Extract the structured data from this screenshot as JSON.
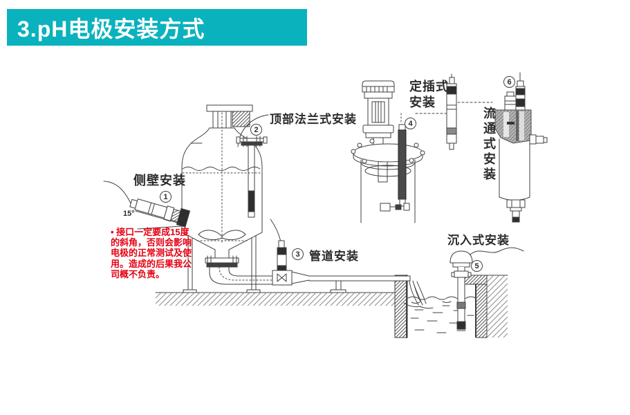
{
  "header": {
    "title": "3.pH电极安装方式"
  },
  "colors": {
    "accent": "#0ab2bd",
    "warning_red": "#e60012",
    "ink": "#3f3f3f"
  },
  "markers": {
    "m1": "1",
    "m2": "2",
    "m3": "3",
    "m4": "4",
    "m5": "5",
    "m6": "6"
  },
  "labels": {
    "side_wall": "侧壁安装",
    "angle_15": "15°",
    "top_flange": "顶部法兰式安装",
    "pipe_mount": "管道安装",
    "fixed_insert_l1": "定插式",
    "fixed_insert_l2": "安装",
    "flow_through": "流通式安装",
    "submersion": "沉入式安装"
  },
  "warning": {
    "lines": [
      "• 接口一定要成15度",
      "的斜角，否则会影响",
      "电极的正常测试及使",
      "用。造成的后果我公",
      "司概不负责。"
    ]
  }
}
